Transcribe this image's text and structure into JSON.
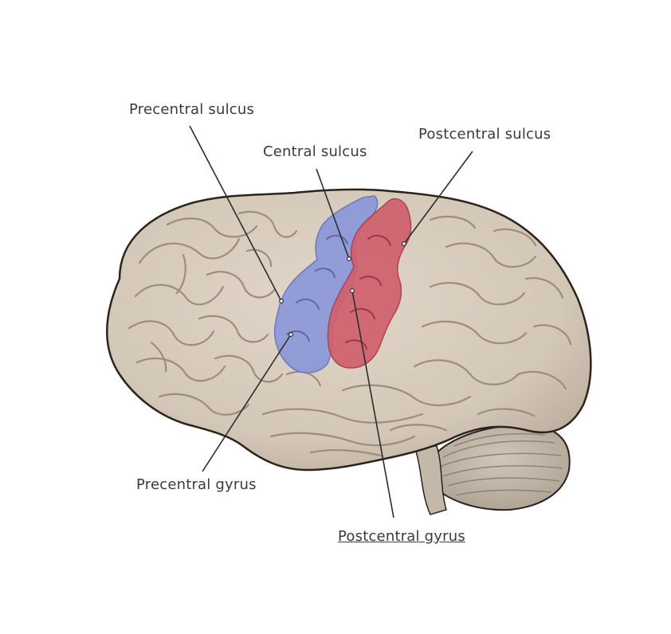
{
  "diagram": {
    "subject": "lateral view of the human brain",
    "colors": {
      "cortex": "#d8ccbc",
      "sulcus_shade": "#9c8d7c",
      "outline": "#2b231c",
      "precentral_gyrus": "#8b97d9",
      "postcentral_gyrus": "#cf5f6e",
      "cerebellum": "#cbbfb0",
      "leader_line": "#2d2d2d"
    },
    "labels": {
      "precentral_sulcus": "Precentral sulcus",
      "central_sulcus": "Central sulcus",
      "postcentral_sulcus": "Postcentral sulcus",
      "precentral_gyrus": "Precentral gyrus",
      "postcentral_gyrus": "Postcentral gyrus"
    }
  }
}
